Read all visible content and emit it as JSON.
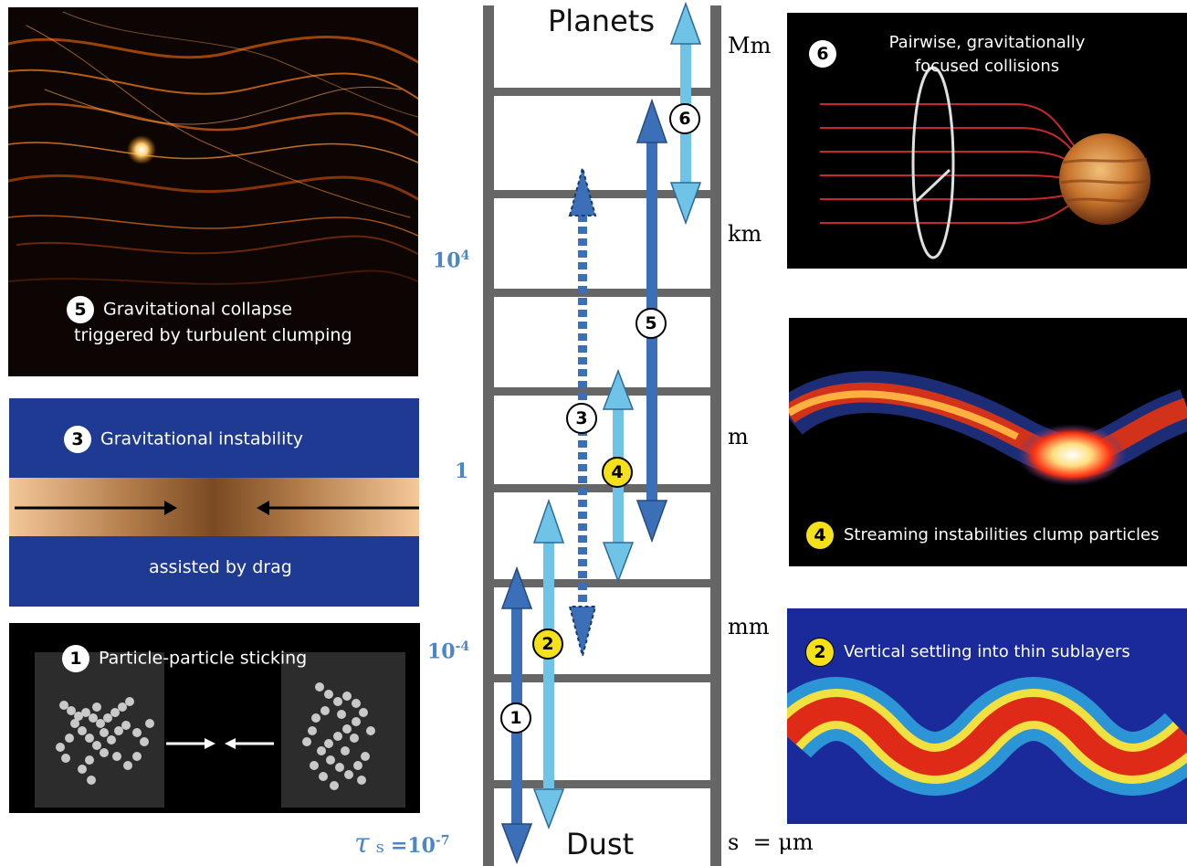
{
  "ladder": {
    "top_label": "Planets",
    "bottom_label": "Dust"
  },
  "tau_axis": {
    "t1": "10",
    "t1_exp": "4",
    "t2": "1",
    "t3": "10",
    "t3_exp": "-4",
    "t4_prefix": "τ",
    "t4_sub": "s",
    "t4_eq": "=10",
    "t4_exp": "-7"
  },
  "size_axis": {
    "s1": "Mm",
    "s2": "km",
    "s3": "m",
    "s4": "mm",
    "s5": "s  = μm"
  },
  "arrow_badges": {
    "b1": "1",
    "b2": "2",
    "b3": "3",
    "b4": "4",
    "b5": "5",
    "b6": "6"
  },
  "panels": {
    "p5": {
      "num": "5",
      "line1": "Gravitational collapse",
      "line2": "triggered by turbulent clumping"
    },
    "p3": {
      "num": "3",
      "title": "Gravitational instability",
      "sub": "assisted by drag"
    },
    "p1": {
      "num": "1",
      "title": "Particle-particle sticking"
    },
    "p6": {
      "num": "6",
      "line1": "Pairwise, gravitationally",
      "line2": "focused collisions"
    },
    "p4": {
      "num": "4",
      "title": "Streaming instabilities clump particles"
    },
    "p2": {
      "num": "2",
      "title": "Vertical settling into thin sublayers"
    }
  },
  "colors": {
    "dark_blue_arrow": "#3b70b8",
    "light_blue_arrow": "#6ec3e6",
    "rail": "#666666",
    "tau_text": "#4b86c8",
    "badge_yellow": "#f5e11a",
    "panel_blue": "#1e3a93"
  }
}
